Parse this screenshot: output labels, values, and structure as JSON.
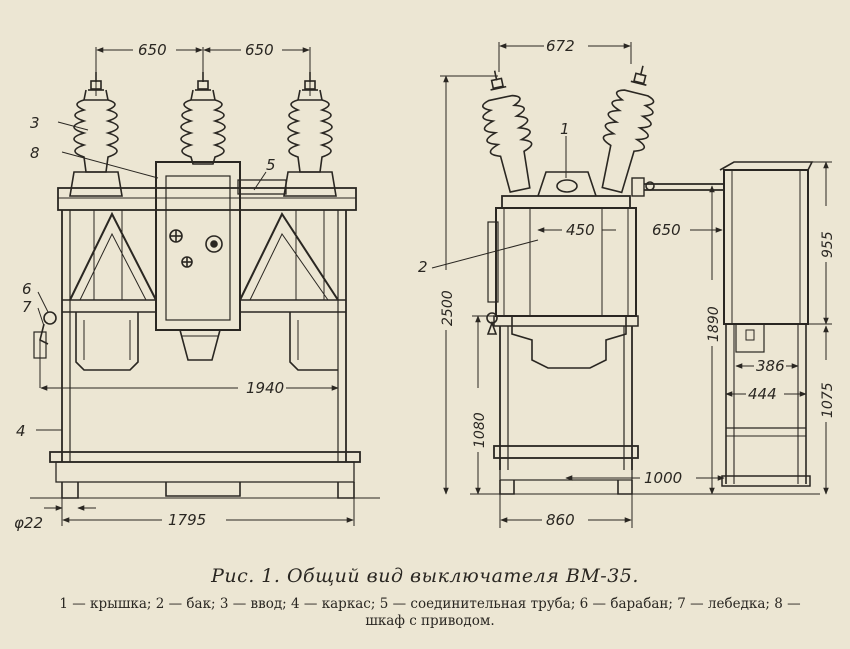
{
  "figure": {
    "caption": "Рис. 1. Общий вид выключателя ВМ-35.",
    "legend": [
      {
        "num": "1",
        "text": "крышка"
      },
      {
        "num": "2",
        "text": "бак"
      },
      {
        "num": "3",
        "text": "ввод"
      },
      {
        "num": "4",
        "text": "каркас"
      },
      {
        "num": "5",
        "text": "соединительная труба"
      },
      {
        "num": "6",
        "text": "барабан"
      },
      {
        "num": "7",
        "text": "лебедка"
      },
      {
        "num": "8",
        "text": "шкаф с приводом"
      }
    ],
    "legend_text": "1 — крышка; 2 — бак; 3 — ввод; 4 — каркас; 5 — соединительная труба; 6 — барабан; 7 — лебедка; 8 — шкаф с приводом."
  },
  "front_view": {
    "dims": {
      "spacing_left": "650",
      "spacing_right": "650",
      "rail_length": "1940",
      "base_length": "1795",
      "anchor_diameter": "φ22"
    },
    "labels": {
      "three": "3",
      "eight": "8",
      "five": "5",
      "six": "6",
      "seven": "7",
      "four": "4"
    }
  },
  "side_view": {
    "dims": {
      "bushing_spacing": "672",
      "tank_width": "450",
      "offset": "650",
      "total_height": "2500",
      "axis_height": "1890",
      "cabinet_height": "955",
      "cabinet_inner": "386",
      "cabinet_depth": "444",
      "cabinet_base_height": "1075",
      "frame_height": "1080",
      "cabinet_offset": "1000",
      "base_width": "860"
    },
    "labels": {
      "one": "1",
      "two": "2"
    }
  }
}
